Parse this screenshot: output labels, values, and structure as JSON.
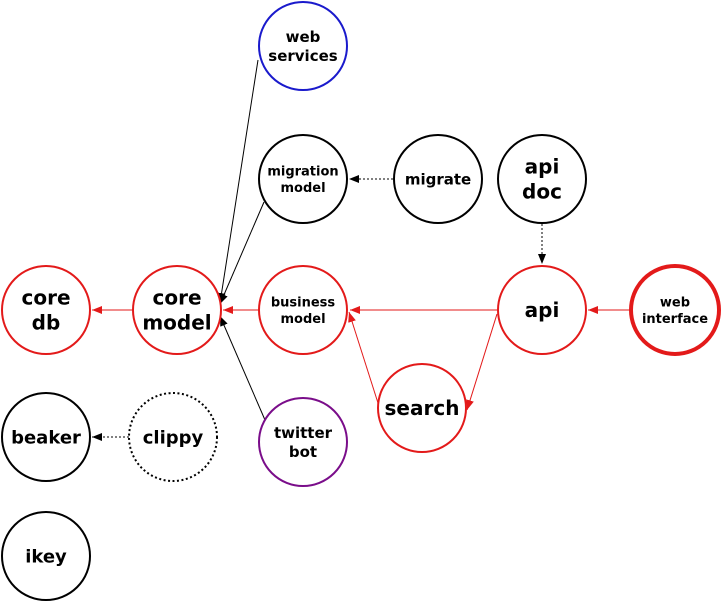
{
  "nodes": [
    {
      "id": "web-services",
      "lines": [
        "web",
        "services"
      ],
      "color": "#1a1acc",
      "style": "solid"
    },
    {
      "id": "migration-model",
      "lines": [
        "migration",
        "model"
      ],
      "color": "#000000",
      "style": "solid"
    },
    {
      "id": "migrate",
      "lines": [
        "migrate"
      ],
      "color": "#000000",
      "style": "solid"
    },
    {
      "id": "api-doc",
      "lines": [
        "api",
        "doc"
      ],
      "color": "#000000",
      "style": "solid"
    },
    {
      "id": "core-db",
      "lines": [
        "core",
        "db"
      ],
      "color": "#e31a1a",
      "style": "solid"
    },
    {
      "id": "core-model",
      "lines": [
        "core",
        "model"
      ],
      "color": "#e31a1a",
      "style": "solid"
    },
    {
      "id": "business-model",
      "lines": [
        "business",
        "model"
      ],
      "color": "#e31a1a",
      "style": "solid"
    },
    {
      "id": "api",
      "lines": [
        "api"
      ],
      "color": "#e31a1a",
      "style": "solid"
    },
    {
      "id": "web-interface",
      "lines": [
        "web",
        "interface"
      ],
      "color": "#e31a1a",
      "style": "bold"
    },
    {
      "id": "search",
      "lines": [
        "search"
      ],
      "color": "#e31a1a",
      "style": "solid"
    },
    {
      "id": "beaker",
      "lines": [
        "beaker"
      ],
      "color": "#000000",
      "style": "solid"
    },
    {
      "id": "clippy",
      "lines": [
        "clippy"
      ],
      "color": "#000000",
      "style": "dotted"
    },
    {
      "id": "twitter-bot",
      "lines": [
        "twitter",
        "bot"
      ],
      "color": "#7a0d8a",
      "style": "solid"
    },
    {
      "id": "ikey",
      "lines": [
        "ikey"
      ],
      "color": "#000000",
      "style": "solid"
    }
  ],
  "edges": [
    {
      "from": "web-services",
      "to": "core-model",
      "color": "#000000",
      "style": "solid"
    },
    {
      "from": "migration-model",
      "to": "core-model",
      "color": "#000000",
      "style": "solid"
    },
    {
      "from": "twitter-bot",
      "to": "core-model",
      "color": "#000000",
      "style": "solid"
    },
    {
      "from": "migrate",
      "to": "migration-model",
      "color": "#000000",
      "style": "dotted"
    },
    {
      "from": "api-doc",
      "to": "api",
      "color": "#000000",
      "style": "dotted"
    },
    {
      "from": "core-model",
      "to": "core-db",
      "color": "#e31a1a",
      "style": "solid"
    },
    {
      "from": "business-model",
      "to": "core-model",
      "color": "#e31a1a",
      "style": "solid"
    },
    {
      "from": "api",
      "to": "business-model",
      "color": "#e31a1a",
      "style": "solid"
    },
    {
      "from": "web-interface",
      "to": "api",
      "color": "#e31a1a",
      "style": "solid"
    },
    {
      "from": "api",
      "to": "search",
      "color": "#e31a1a",
      "style": "solid"
    },
    {
      "from": "search",
      "to": "business-model",
      "color": "#e31a1a",
      "style": "solid"
    },
    {
      "from": "clippy",
      "to": "beaker",
      "color": "#000000",
      "style": "dotted"
    }
  ]
}
